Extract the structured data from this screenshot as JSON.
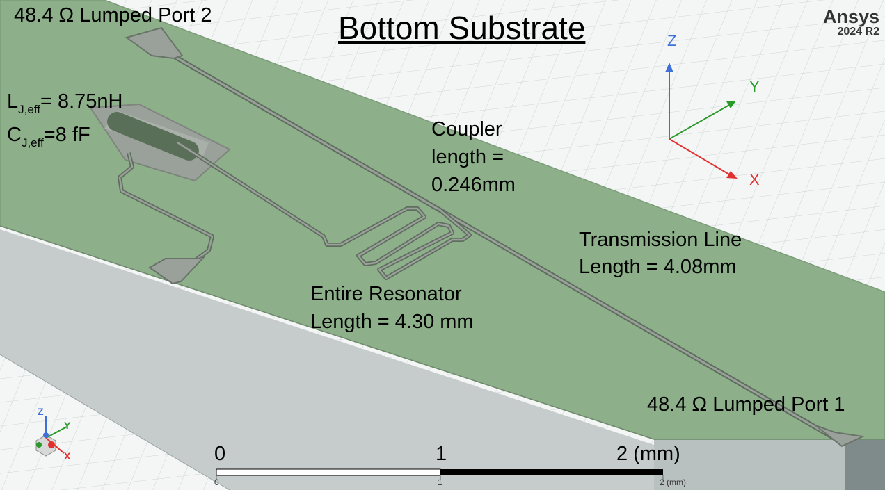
{
  "title": "Bottom Substrate",
  "ports": {
    "port2": "48.4 Ω Lumped Port 2",
    "port1": "48.4 Ω Lumped Port 1"
  },
  "junction": {
    "l_main": "L",
    "l_sub": "J,eff",
    "l_value": "= 8.75nH",
    "c_main": "C",
    "c_sub": "J,eff",
    "c_value": "=8 fF"
  },
  "coupler": {
    "line1": "Coupler",
    "line2": "length =",
    "line3": "0.246mm"
  },
  "transmission_line": {
    "line1": "Transmission Line",
    "line2": "Length = 4.08mm"
  },
  "resonator": {
    "line1": "Entire Resonator",
    "line2": "Length = 4.30 mm"
  },
  "logo": {
    "name": "Ansys",
    "version": "2024 R2"
  },
  "axes": {
    "z": "Z",
    "y": "Y",
    "x": "X",
    "colors": {
      "x": "#e03030",
      "y": "#2a9a2a",
      "z": "#3f6fd8"
    }
  },
  "mini_axes": {
    "z": "Z",
    "y": "Y",
    "x": "X"
  },
  "scale_bar": {
    "label_0": "0",
    "label_1": "1",
    "label_2": "2 (mm)",
    "small_0": "0",
    "small_1": "1",
    "small_2": "2 (mm)"
  },
  "colors": {
    "substrate": "#8db08a",
    "metal": "#9aa09a",
    "background": "#f4f6f6"
  }
}
